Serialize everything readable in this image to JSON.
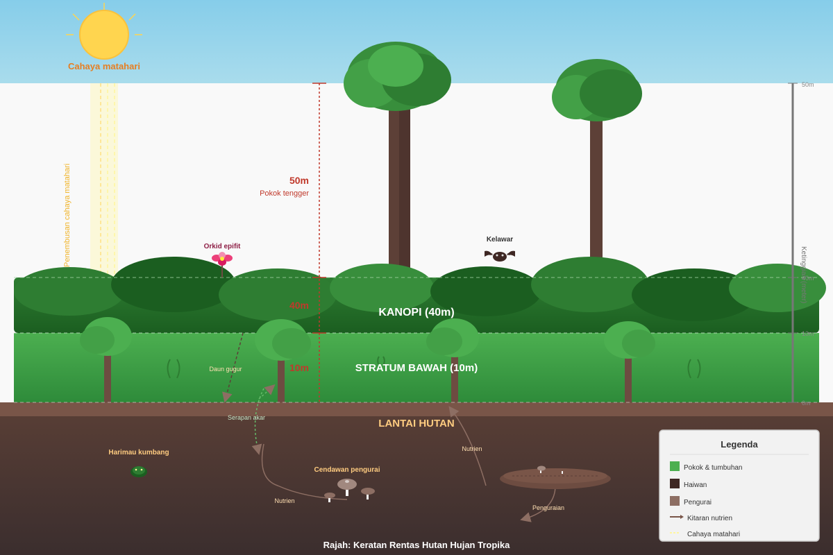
{
  "sun": {
    "label": "Cahaya matahari"
  },
  "sunlight_beam": {
    "label": "Penembusan cahaya matahari"
  },
  "emergent": {
    "height_label": "50m",
    "name": "Pokok tengger"
  },
  "epiphyte": {
    "label": "Orkid epifit"
  },
  "bat": {
    "label": "Kelawar"
  },
  "layers": {
    "canopy": {
      "label": "KANOPI (40m)",
      "height_label": "40m"
    },
    "understory": {
      "label": "STRATUM BAWAH (10m)",
      "height_label": "10m"
    },
    "floor": {
      "label": "LANTAI HUTAN"
    }
  },
  "annotations": {
    "fallen_leaves": "Daun gugur",
    "root_uptake": "Serapan akar",
    "nutrient_left": "Nutrien",
    "nutrient_right": "Nutrien",
    "decomposition": "Penguraian"
  },
  "animals": {
    "tiger": "Harimau kumbang",
    "fungi": "Cendawan pengurai"
  },
  "height_axis": {
    "title": "Ketinggian (meter)",
    "ticks": [
      "50m",
      "40m",
      "10m",
      "0m"
    ]
  },
  "legend": {
    "title": "Legenda",
    "items": [
      {
        "label": "Pokok & tumbuhan",
        "color": "#4CAF50",
        "kind": "swatch"
      },
      {
        "label": "Haiwan",
        "color": "#3E2723",
        "kind": "swatch"
      },
      {
        "label": "Pengurai",
        "color": "#8D6E63",
        "kind": "swatch"
      },
      {
        "label": "Kitaran nutrien",
        "color": "#795548",
        "kind": "arrow"
      },
      {
        "label": "Cahaya matahari",
        "color": "#FFF59D",
        "kind": "dash"
      }
    ]
  },
  "caption": "Rajah: Keratan Rentas Hutan Hujan Tropika",
  "colors": {
    "sky": "#87CEEB",
    "canopy": "#1B5E20",
    "understory": "#43A047",
    "floor_top": "#795548",
    "floor_bottom": "#3E2F2F",
    "sun": "#FFD54F",
    "height_marker": "#C0392B"
  }
}
